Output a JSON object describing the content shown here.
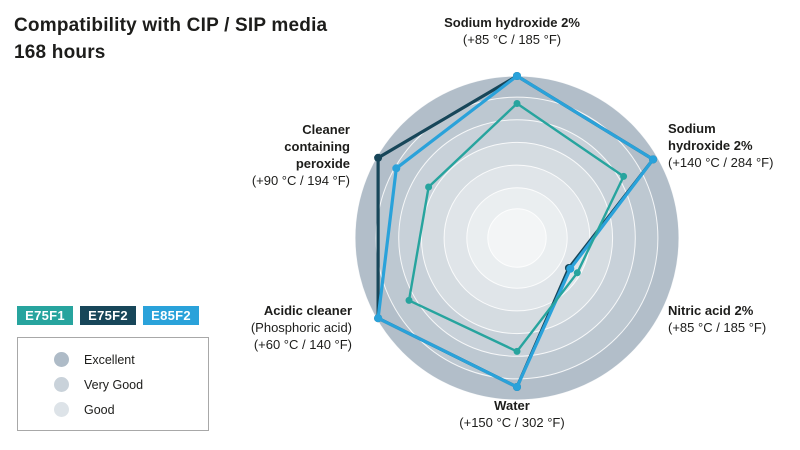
{
  "title": {
    "line1": "Compatibility with CIP / SIP media",
    "line2": "168 hours"
  },
  "series_badges": [
    {
      "label": "E75F1",
      "color": "#27a49e"
    },
    {
      "label": "E75F2",
      "color": "#174659"
    },
    {
      "label": "E85F2",
      "color": "#2aa2da"
    }
  ],
  "rating_legend": [
    {
      "label": "Excellent",
      "color": "#aebbc7"
    },
    {
      "label": "Very Good",
      "color": "#c9d2da"
    },
    {
      "label": "Good",
      "color": "#dde3e8"
    }
  ],
  "labels": {
    "sodium_hydroxide_85": {
      "name": "Sodium hydroxide 2%",
      "temp": "(+85 °C / 185 °F)"
    },
    "sodium_hydroxide_140": {
      "name1": "Sodium",
      "name2": "hydroxide 2%",
      "temp": "(+140 °C / 284 °F)"
    },
    "nitric_acid": {
      "name": "Nitric acid 2%",
      "temp": "(+85 °C / 185 °F)"
    },
    "water": {
      "name": "Water",
      "temp": "(+150 °C / 302 °F)"
    },
    "acidic_cleaner": {
      "name": "Acidic cleaner",
      "sub": "(Phosphoric acid)",
      "temp": "(+60 °C / 140 °F)"
    },
    "cleaner_peroxide": {
      "name1": "Cleaner",
      "name2": "containing",
      "name3": "peroxide",
      "temp": "(+90 °C / 194 °F)"
    }
  },
  "chart_data": {
    "type": "radar",
    "axes": [
      {
        "name": "Sodium hydroxide 2%",
        "detail": "(+85 °C / 185 °F)",
        "position": "top"
      },
      {
        "name": "Sodium hydroxide 2%",
        "detail": "(+140 °C / 284 °F)",
        "position": "upper-right"
      },
      {
        "name": "Nitric acid 2%",
        "detail": "(+85 °C / 185 °F)",
        "position": "lower-right"
      },
      {
        "name": "Water",
        "detail": "(+150 °C / 302 °F)",
        "position": "bottom"
      },
      {
        "name": "Acidic cleaner (Phosphoric acid)",
        "detail": "(+60 °C / 140 °F)",
        "position": "lower-left"
      },
      {
        "name": "Cleaner containing peroxide",
        "detail": "(+90 °C / 194 °F)",
        "position": "upper-left"
      }
    ],
    "scale_note": "values are fraction of outer radius, 1.0 = outer ring",
    "rings": [
      {
        "f": 1.0,
        "fill": "#b2bec9"
      },
      {
        "f": 0.87,
        "fill": "#bdc8d1"
      },
      {
        "f": 0.73,
        "fill": "#c8d1d9"
      },
      {
        "f": 0.59,
        "fill": "#d5dce1"
      },
      {
        "f": 0.45,
        "fill": "#e0e5e9"
      },
      {
        "f": 0.31,
        "fill": "#eaeef0"
      },
      {
        "f": 0.18,
        "fill": "#f3f5f6"
      }
    ],
    "series": [
      {
        "name": "E75F2",
        "color": "#174659",
        "stroke_width": 3.2,
        "dot_r": 4,
        "values": [
          1.0,
          0.97,
          0.37,
          0.92,
          0.99,
          0.99
        ]
      },
      {
        "name": "E85F2",
        "color": "#2aa2da",
        "stroke_width": 3.2,
        "dot_r": 4,
        "values": [
          1.0,
          0.97,
          0.38,
          0.92,
          0.99,
          0.86
        ]
      },
      {
        "name": "E75F1",
        "color": "#27a49e",
        "stroke_width": 2.4,
        "dot_r": 3.5,
        "values": [
          0.83,
          0.76,
          0.43,
          0.7,
          0.77,
          0.63
        ]
      }
    ]
  }
}
